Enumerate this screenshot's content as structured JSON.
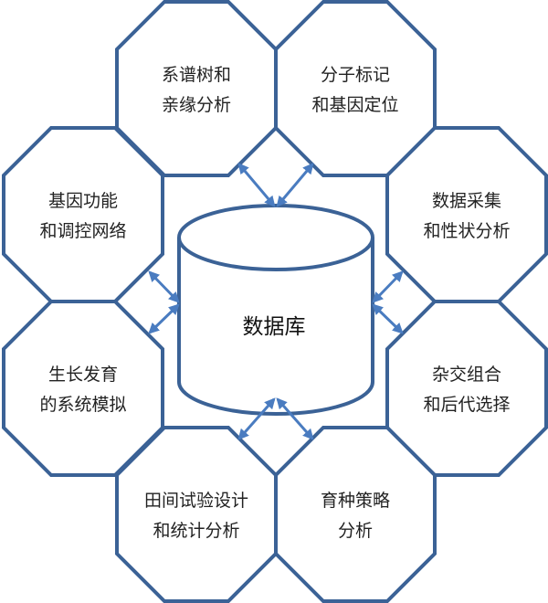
{
  "center": {
    "label": "数据库"
  },
  "nodes": [
    {
      "id": "pedigree",
      "lines": [
        "系谱树和",
        "亲缘分析"
      ]
    },
    {
      "id": "marker",
      "lines": [
        "分子标记",
        "和基因定位"
      ]
    },
    {
      "id": "gene-function",
      "lines": [
        "基因功能",
        "和调控网络"
      ]
    },
    {
      "id": "data-collection",
      "lines": [
        "数据采集",
        "和性状分析"
      ]
    },
    {
      "id": "growth",
      "lines": [
        "生长发育",
        "的系统模拟"
      ]
    },
    {
      "id": "cross",
      "lines": [
        "杂交组合",
        "和后代选择"
      ]
    },
    {
      "id": "field-trial",
      "lines": [
        "田间试验设计",
        "和统计分析"
      ]
    },
    {
      "id": "breeding",
      "lines": [
        "育种策略",
        "分析"
      ]
    }
  ],
  "colors": {
    "outline": "#3b6296",
    "arrow": "#4a7cc0"
  }
}
